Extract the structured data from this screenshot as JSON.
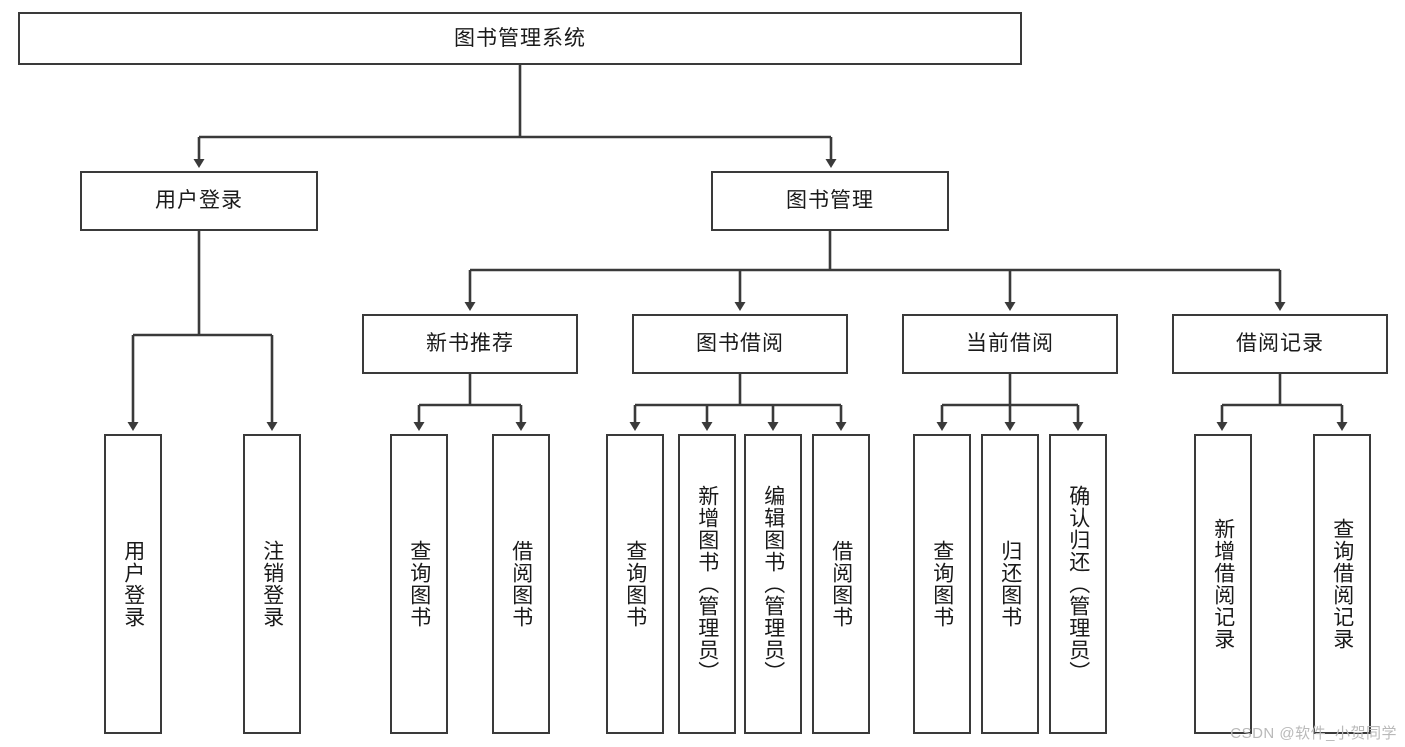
{
  "diagram": {
    "title": "图书管理系统",
    "watermark": "CSDN @软件_小贺同学",
    "line_color": "#3a3a3a",
    "box_fill": "#ffffff",
    "text_color": "#1a1a1a",
    "watermark_color": "#b9b9b9"
  },
  "nodes": {
    "root": {
      "label": "图书管理系统"
    },
    "level2": [
      {
        "label": "用户登录"
      },
      {
        "label": "图书管理"
      }
    ],
    "level3": [
      {
        "label": "新书推荐"
      },
      {
        "label": "图书借阅"
      },
      {
        "label": "当前借阅"
      },
      {
        "label": "借阅记录"
      }
    ],
    "leaves_user_login": [
      {
        "label": "用户登录"
      },
      {
        "label": "注销登录"
      }
    ],
    "leaves_new_book": [
      {
        "label": "查询图书"
      },
      {
        "label": "借阅图书"
      }
    ],
    "leaves_borrow": [
      {
        "label": "查询图书"
      },
      {
        "label": "新增图书（管理员）"
      },
      {
        "label": "编辑图书（管理员）"
      },
      {
        "label": "借阅图书"
      }
    ],
    "leaves_current": [
      {
        "label": "查询图书"
      },
      {
        "label": "归还图书"
      },
      {
        "label": "确认归还（管理员）"
      }
    ],
    "leaves_records": [
      {
        "label": "新增借阅记录"
      },
      {
        "label": "查询借阅记录"
      }
    ]
  }
}
